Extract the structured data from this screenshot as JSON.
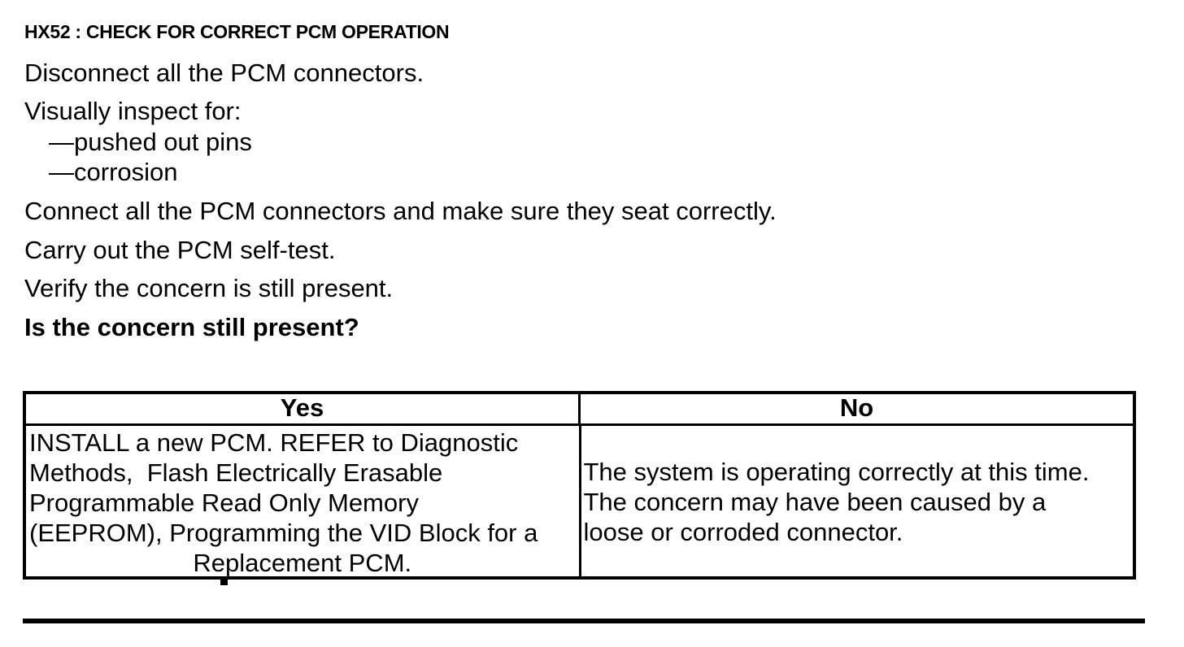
{
  "page": {
    "background": "#ffffff",
    "text_color": "#000000",
    "rule_color": "#000000"
  },
  "header": {
    "title": "HX52 : CHECK FOR CORRECT PCM OPERATION"
  },
  "procedure": {
    "steps": [
      "Disconnect all the PCM connectors.",
      "Visually inspect for:",
      "—pushed out pins",
      "—corrosion",
      "Connect all the PCM connectors and make sure they seat correctly.",
      "Carry out the PCM self-test.",
      "Verify the concern is still present."
    ],
    "question": "Is the concern still present?"
  },
  "results_table": {
    "yes_column": {
      "header": "Yes",
      "action_lines": [
        "INSTALL a new PCM. REFER to Diagnostic",
        "Methods,  Flash Electrically Erasable",
        "Programmable Read Only Memory",
        "(EEPROM), Programming the VID Block for a",
        "Replacement PCM."
      ]
    },
    "no_column": {
      "header": "No",
      "action_lines": [
        "The system is operating correctly at this time.",
        "The concern may have been caused by a",
        "loose or corroded connector."
      ]
    }
  }
}
